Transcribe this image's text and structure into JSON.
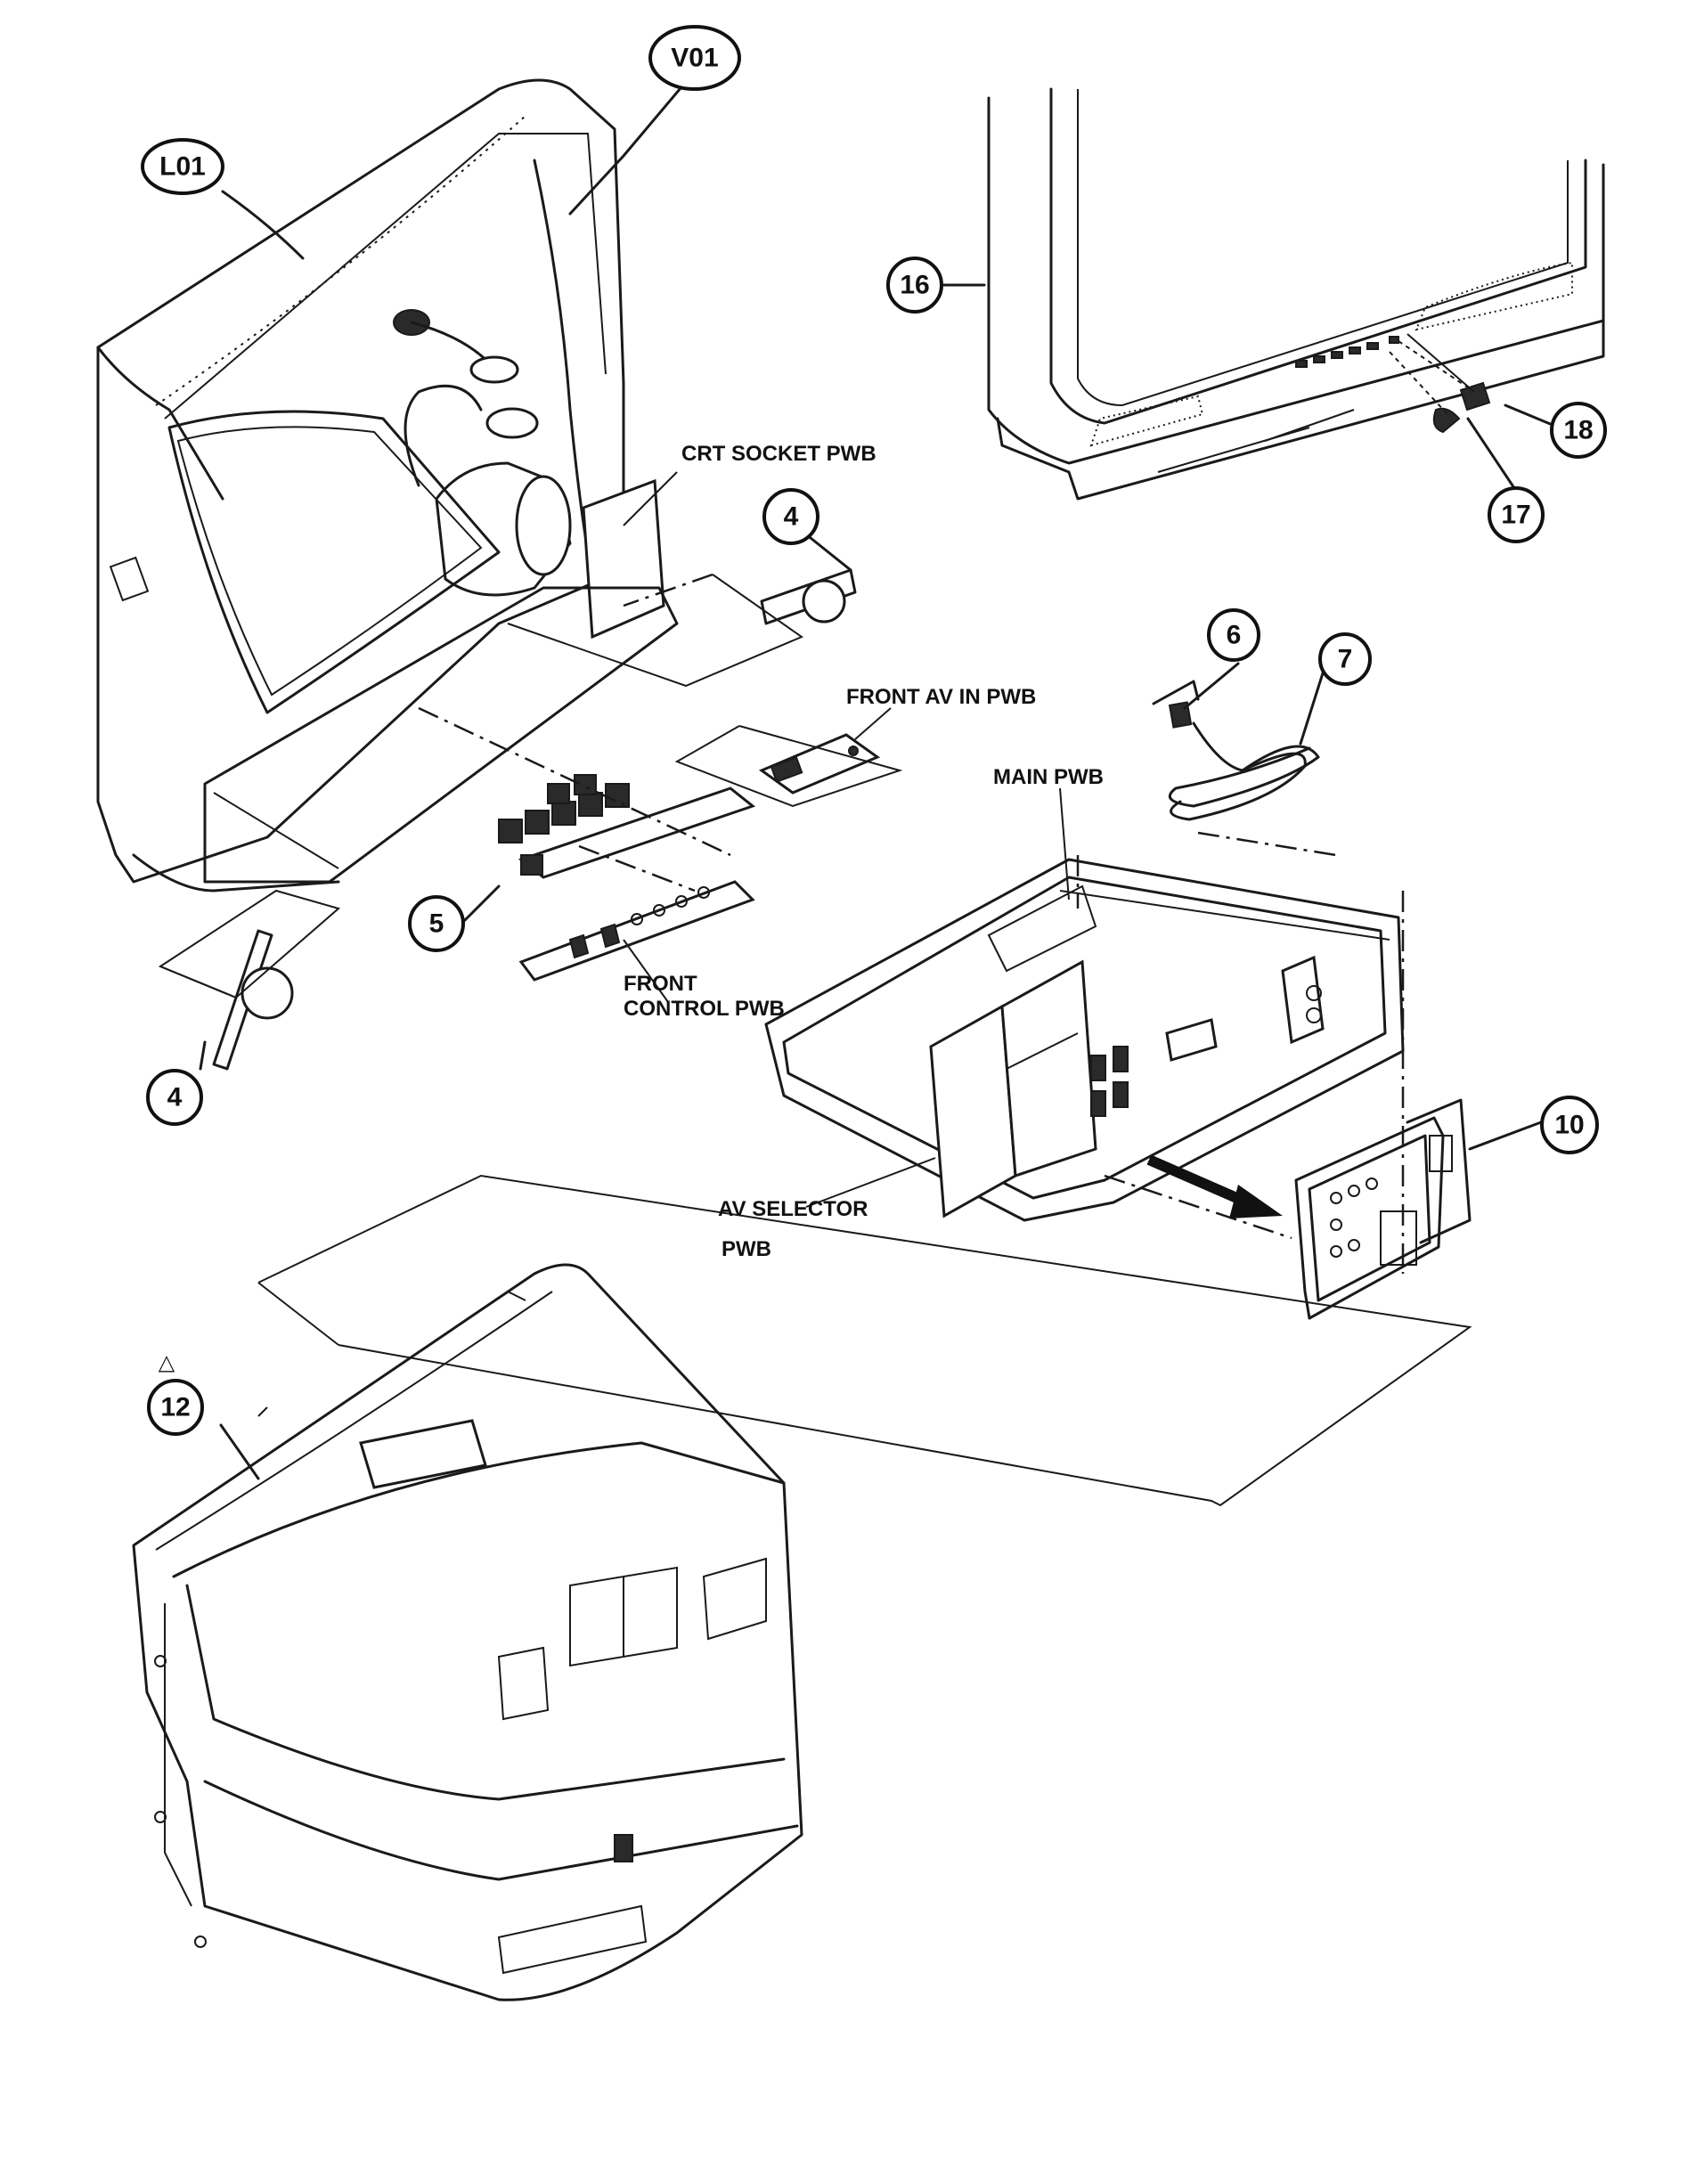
{
  "callouts": {
    "l01": "L01",
    "v01": "V01",
    "c16": "16",
    "c17": "17",
    "c18": "18",
    "c4a": "4",
    "c4b": "4",
    "c5": "5",
    "c6": "6",
    "c7": "7",
    "c10": "10",
    "c12": "12"
  },
  "labels": {
    "crt_socket": "CRT SOCKET PWB",
    "front_avin": "FRONT AV IN PWB",
    "main": "MAIN PWB",
    "front_control_1": "FRONT",
    "front_control_2": "CONTROL PWB",
    "av_selector_1": "AV SELECTOR",
    "av_selector_2": "PWB"
  },
  "symbols": {
    "safety_mark": "△"
  }
}
